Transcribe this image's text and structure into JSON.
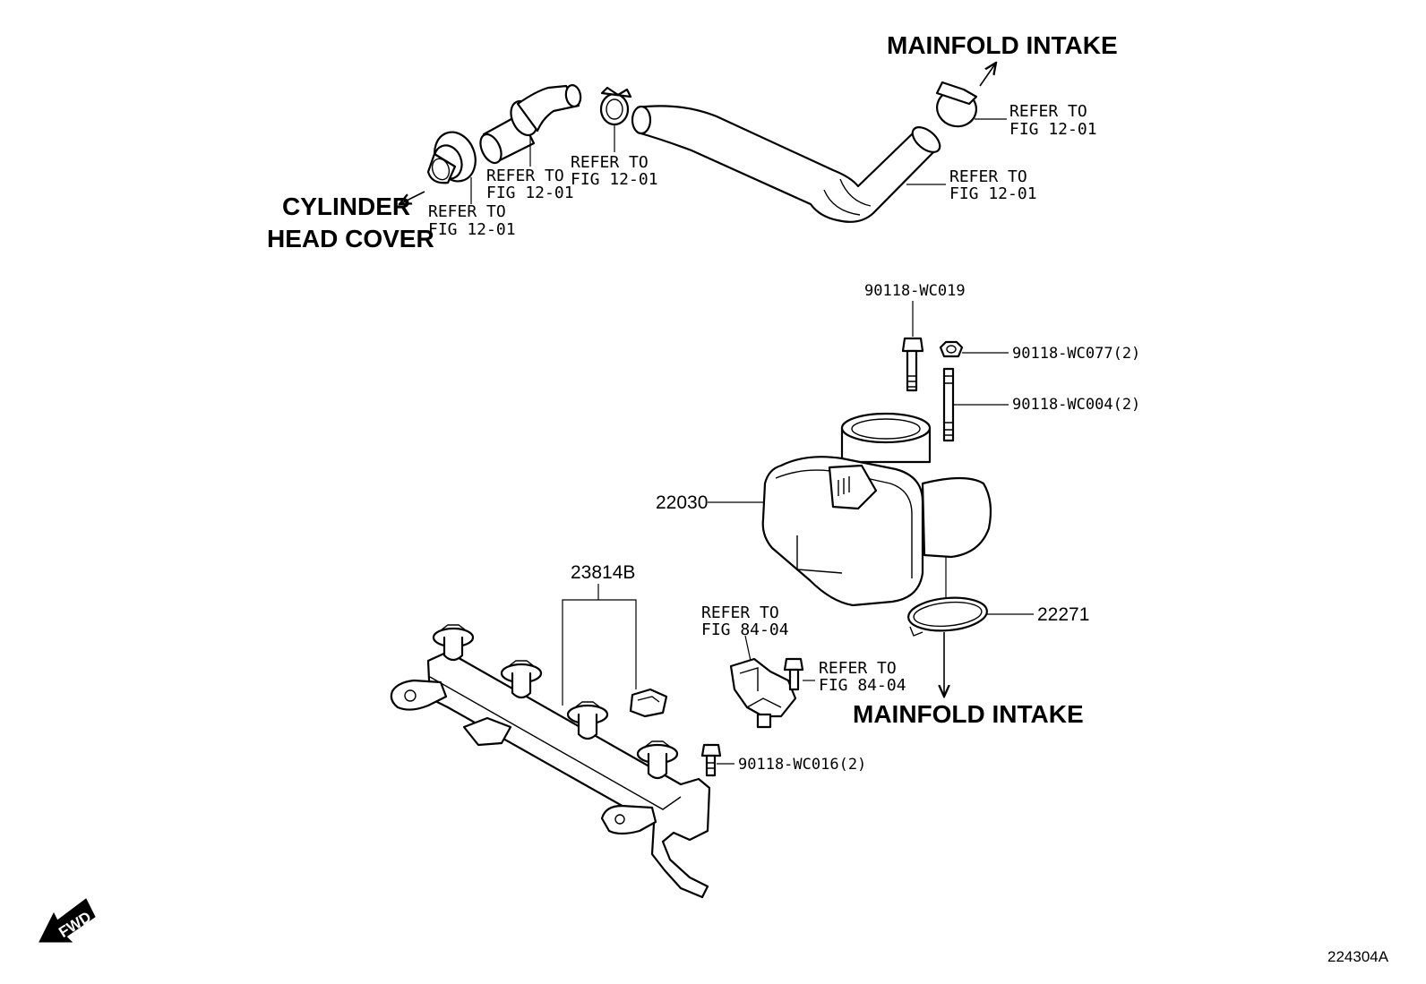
{
  "labels": {
    "mainfold_intake_top": "MAINFOLD INTAKE",
    "mainfold_intake_bottom": "MAINFOLD INTAKE",
    "cylinder_head_cover_line1": "CYLINDER",
    "cylinder_head_cover_line2": "HEAD COVER",
    "fwd": "FWD",
    "figure_id": "224304A"
  },
  "refers": [
    {
      "line1": "REFER TO",
      "line2": "FIG 12-01"
    },
    {
      "line1": "REFER TO",
      "line2": "FIG 12-01"
    },
    {
      "line1": "REFER TO",
      "line2": "FIG 12-01"
    },
    {
      "line1": "REFER TO",
      "line2": "FIG 12-01"
    },
    {
      "line1": "REFER TO",
      "line2": "FIG 12-01"
    },
    {
      "line1": "REFER TO",
      "line2": "FIG 84-04"
    },
    {
      "line1": "REFER TO",
      "line2": "FIG 84-04"
    }
  ],
  "part_numbers": {
    "bolt_wc019": "90118-WC019",
    "nut_wc077": "90118-WC077(2)",
    "stud_wc004": "90118-WC004(2)",
    "throttle_body": "22030",
    "gasket": "22271",
    "injector_insulator": "23814B",
    "bolt_wc016": "90118-WC016(2)"
  }
}
